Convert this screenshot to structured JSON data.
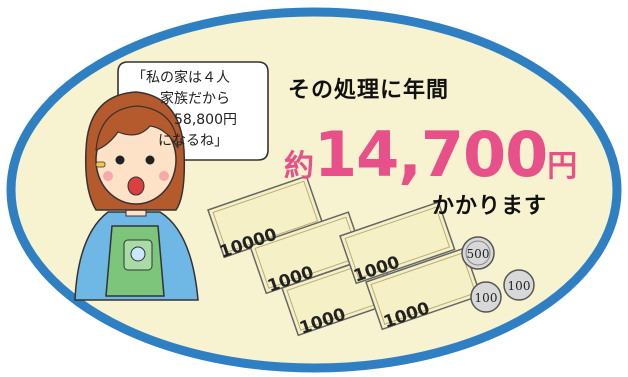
{
  "speech": {
    "line1": "「私の家は４人",
    "line2": "家族だから",
    "line3": "58,800円",
    "line4": "になるね」"
  },
  "headline": "その処理に年間",
  "amount": {
    "prefix": "約",
    "number": "14,700",
    "unit": "円"
  },
  "tagline": "かかります",
  "bills": [
    "10000",
    "1000",
    "1000",
    "1000",
    "1000"
  ],
  "coins": [
    "500",
    "100",
    "100"
  ],
  "colors": {
    "oval_fill": "#f7f2cf",
    "oval_border": "#2f7fc3",
    "amount": "#e8508a",
    "bill_fill": "#f6f0c6",
    "shirt": "#6fb7e4",
    "apron": "#7cc57a",
    "hair": "#b55a2c"
  }
}
